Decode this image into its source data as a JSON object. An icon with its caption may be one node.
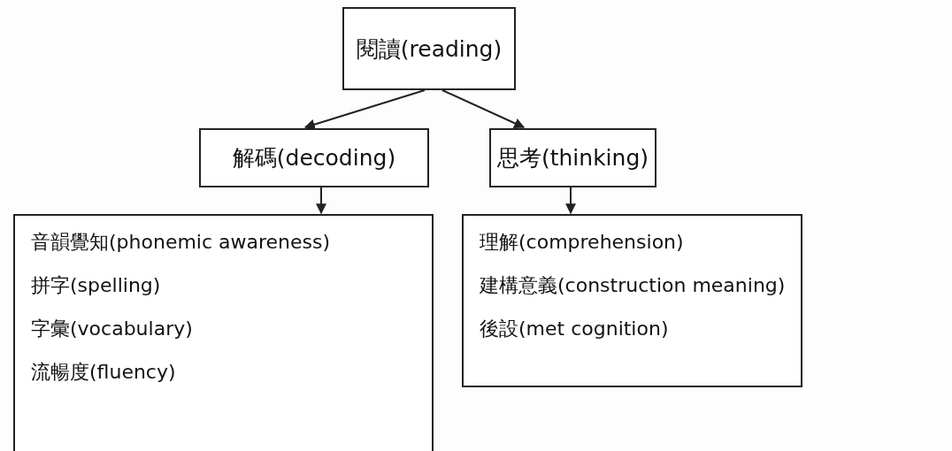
{
  "diagram": {
    "nodes": [
      {
        "text": [
          "閱讀(reading)"
        ]
      },
      {
        "text": [
          "解碼(decoding)"
        ]
      },
      {
        "text": [
          "思考(thinking)"
        ]
      },
      {
        "text": [
          "音韻覺知(phonemic awareness)",
          "拼字(spelling)",
          "字彙(vocabulary)",
          "流暢度(fluency)"
        ]
      },
      {
        "text": [
          "理解(comprehension)",
          "建構意義(construction meaning)",
          "後設(met cognition)"
        ]
      }
    ],
    "edges": [
      {
        "from": 0,
        "to": 1,
        "arrow": "to"
      },
      {
        "from": 0,
        "to": 2,
        "arrow": "to"
      },
      {
        "from": 1,
        "to": 3,
        "arrow": "to"
      },
      {
        "from": 2,
        "to": 4,
        "arrow": "to"
      }
    ]
  }
}
